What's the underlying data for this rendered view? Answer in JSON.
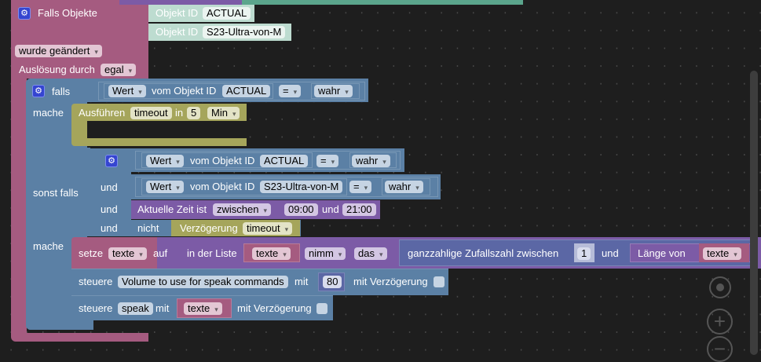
{
  "trigger_block": {
    "title": "Falls Objekte",
    "object_ids": [
      {
        "label": "Objekt ID",
        "value": "ACTUAL"
      },
      {
        "label": "Objekt ID",
        "value": "S23-Ultra-von-M"
      }
    ],
    "change_mode": "wurde geändert",
    "trigger_label": "Auslösung durch",
    "trigger_value": "egal"
  },
  "if_block": {
    "if_label": "falls",
    "condition1": {
      "wert": "Wert",
      "vom": "vom Objekt ID",
      "object": "ACTUAL",
      "op": "=",
      "value": "wahr"
    },
    "do_label": "mache",
    "timeout_block": {
      "label": "Ausführen",
      "name": "timeout",
      "in": "in",
      "amount": "5",
      "unit": "Min"
    },
    "elseif_label": "sonst falls",
    "elseif_conditions": {
      "cond_a": {
        "wert": "Wert",
        "vom": "vom Objekt ID",
        "object": "ACTUAL",
        "op": "=",
        "value": "wahr"
      },
      "and1": "und",
      "cond_b": {
        "wert": "Wert",
        "vom": "vom Objekt ID",
        "object": "S23-Ultra-von-M",
        "op": "=",
        "value": "wahr"
      },
      "and2": "und",
      "time": {
        "label": "Aktuelle Zeit ist",
        "mode": "zwischen",
        "from": "09:00",
        "and": "und",
        "to": "21:00"
      },
      "and3": "und",
      "not": "nicht",
      "delay": {
        "label": "Verzögerung",
        "name": "timeout"
      }
    },
    "do2_label": "mache",
    "set_block": {
      "setze": "setze",
      "var": "texte",
      "auf": "auf",
      "list_label": "in der Liste",
      "list_var": "texte",
      "nimm": "nimm",
      "das": "das",
      "random_label": "ganzzahlige Zufallszahl zwischen",
      "from": "1",
      "und": "und",
      "length_label": "Länge von",
      "length_var": "texte"
    },
    "control1": {
      "label": "steuere",
      "state": "Volume to use for speak commands",
      "mit": "mit",
      "value": "80",
      "delay_label": "mit Verzögerung"
    },
    "control2": {
      "label": "steuere",
      "state": "speak",
      "mit": "mit",
      "value": "texte",
      "delay_label": "mit Verzögerung"
    }
  },
  "workspace_controls": {
    "center": "target-icon",
    "zoom_in": "+",
    "zoom_out": "−"
  }
}
